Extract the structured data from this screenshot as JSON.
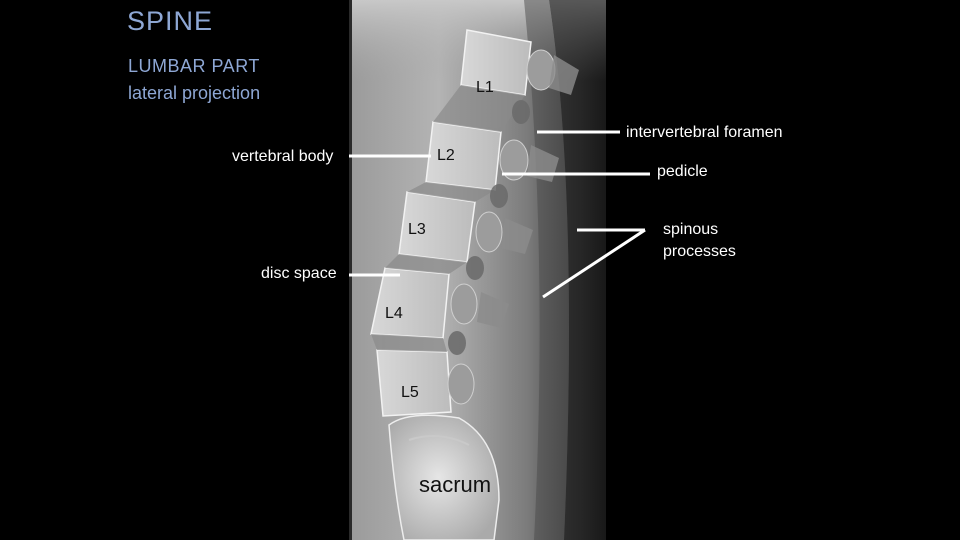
{
  "slide": {
    "title": "SPINE",
    "subtitle_line1": "LUMBAR PART",
    "subtitle_line2": "lateral projection"
  },
  "vertebrae_labels": {
    "l1": "L1",
    "l2": "L2",
    "l3": "L3",
    "l4": "L4",
    "l5": "L5",
    "sacrum": "sacrum"
  },
  "annotations": {
    "intervertebral_foramen": "intervertebral foramen",
    "pedicle": "pedicle",
    "vertebral_body": "vertebral body",
    "disc_space": "disc space",
    "spinous_processes": "spinous processes"
  },
  "colors": {
    "background": "#000000",
    "title": "#8ea7d4",
    "annotation_text": "#ffffff",
    "vertebra_label": "#111111",
    "leader_line": "#ffffff"
  }
}
